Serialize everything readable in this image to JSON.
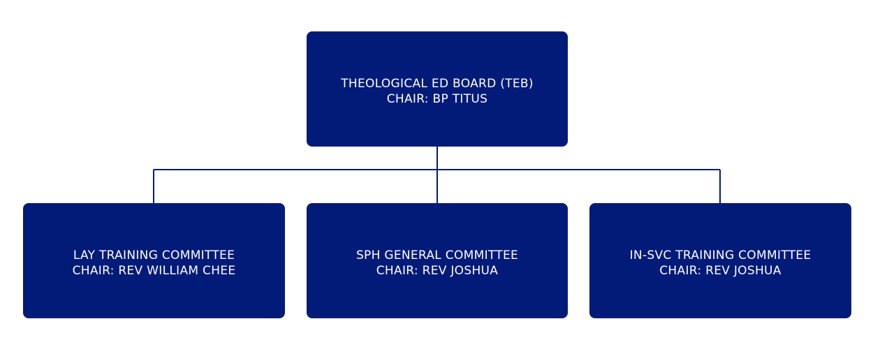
{
  "colors": {
    "box_fill": "#021b79",
    "connector": "#021b79",
    "text": "#ffffff",
    "background": "#ffffff"
  },
  "root": {
    "title": "THEOLOGICAL ED BOARD (TEB)",
    "chair": "CHAIR: BP TITUS"
  },
  "children": [
    {
      "title": "LAY TRAINING COMMITTEE",
      "chair": "CHAIR: REV WILLIAM CHEE"
    },
    {
      "title": "SPH GENERAL COMMITTEE",
      "chair": "CHAIR: REV JOSHUA"
    },
    {
      "title": "IN-SVC TRAINING COMMITTEE",
      "chair": "CHAIR: REV JOSHUA"
    }
  ]
}
